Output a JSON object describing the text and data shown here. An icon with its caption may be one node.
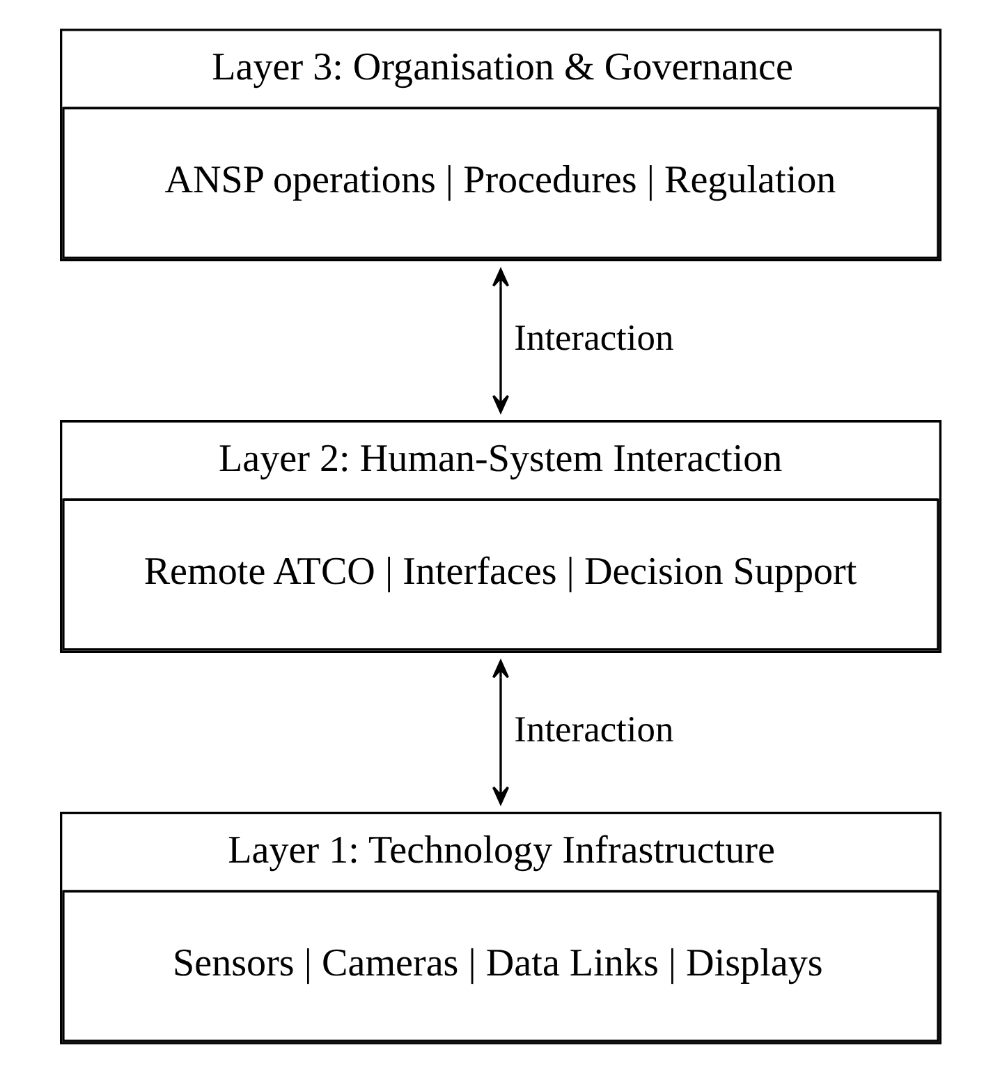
{
  "diagram": {
    "nodes": [
      {
        "text": [
          "Layer 3: Organisation & Governance",
          "ANSP operations | Procedures | Regulation"
        ]
      },
      {
        "text": [
          "Layer 2: Human-System Interaction",
          "Remote ATCO | Interfaces | Decision Support"
        ]
      },
      {
        "text": [
          "Layer 1: Technology Infrastructure",
          "Sensors | Cameras | Data Links | Displays"
        ]
      }
    ],
    "edges": [
      {
        "from": 0,
        "to": 1,
        "arrow": "both",
        "label": "Interaction"
      },
      {
        "from": 1,
        "to": 2,
        "arrow": "both",
        "label": "Interaction"
      }
    ]
  }
}
